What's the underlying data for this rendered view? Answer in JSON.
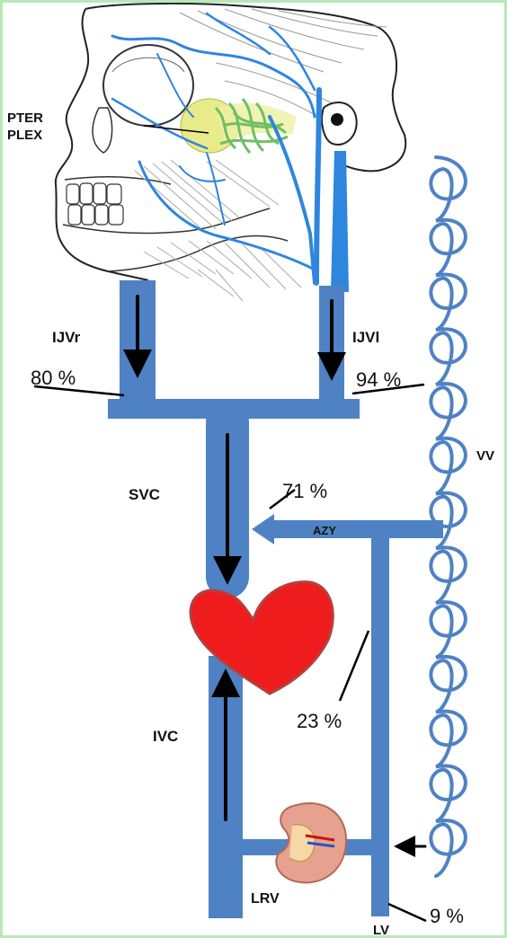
{
  "labels": {
    "pter_line1": "PTER",
    "pter_line2": "PLEX",
    "ijvr": "IJVr",
    "ijvl": "IJVl",
    "svc": "SVC",
    "ivc": "IVC",
    "azy": "AZY",
    "vv": "VV",
    "lrv": "LRV",
    "lv": "LV"
  },
  "percentages": {
    "ijvr": "80 %",
    "ijvl": "94 %",
    "azy": "71 %",
    "lv_ascending": "23 %",
    "lv": "9 %"
  },
  "colors": {
    "vein": "#4f82c4",
    "heart": "#ee1c1c",
    "heart_outline": "#b54040",
    "arrow": "#000000",
    "pterygoid_plexus": "#e8eb8a",
    "plexus_veins": "#6fbf63",
    "vertebral_venous_coil": "#4f82c4",
    "frame": "#b7e8b7"
  },
  "icons": {
    "skull": "skull-head-icon",
    "heart": "heart-icon",
    "kidney": "kidney-icon"
  }
}
